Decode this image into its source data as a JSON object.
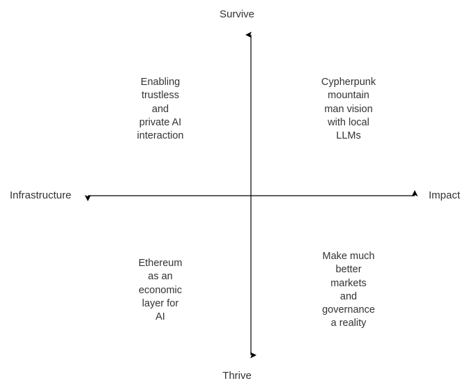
{
  "diagram": {
    "type": "2x2-quadrant-matrix",
    "background_color": "#ffffff",
    "axis_color": "#000000",
    "text_color": "#333333",
    "axes": {
      "vertical": {
        "top_label": "Survive",
        "bottom_label": "Thrive",
        "arrow_top": true,
        "arrow_bottom": true
      },
      "horizontal": {
        "left_label": "Infrastructure",
        "right_label": "Impact",
        "arrow_left": true,
        "arrow_right": true
      }
    },
    "quadrants": {
      "top_left": {
        "lines": [
          "Enabling",
          "trustless",
          "and",
          "private AI",
          "interaction"
        ],
        "text": "Enabling trustless and private AI interaction"
      },
      "top_right": {
        "lines": [
          "Cypherpunk",
          "mountain",
          "man vision",
          "with local",
          "LLMs"
        ],
        "text": "Cypherpunk mountain man vision with local LLMs"
      },
      "bottom_left": {
        "lines": [
          "Ethereum",
          "as an",
          "economic",
          "layer for",
          "AI"
        ],
        "text": "Ethereum as an economic layer for AI"
      },
      "bottom_right": {
        "lines": [
          "Make much",
          "better",
          "markets",
          "and",
          "governance",
          "a reality"
        ],
        "text": "Make much better markets and governance a reality"
      }
    }
  }
}
